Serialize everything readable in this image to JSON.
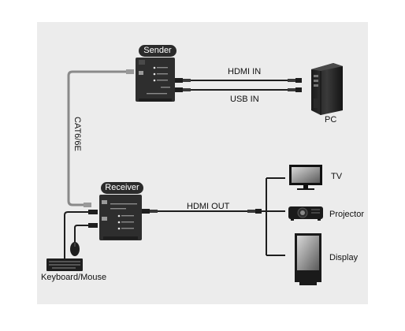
{
  "devices": {
    "sender_label": "Sender",
    "receiver_label": "Receiver"
  },
  "cables": {
    "hdmi_in": "HDMI IN",
    "usb_in": "USB IN",
    "hdmi_out": "HDMI OUT",
    "cat": "CAT6/6E"
  },
  "endpoints": {
    "pc": "PC",
    "tv": "TV",
    "projector": "Projector",
    "display": "Display",
    "keyboard_mouse": "Keyboard/Mouse"
  },
  "colors": {
    "panel": "#ececec",
    "device": "#2e2e2e",
    "tag": "#2b2b2b",
    "cable": "#6f6f6f",
    "text": "#111111"
  }
}
